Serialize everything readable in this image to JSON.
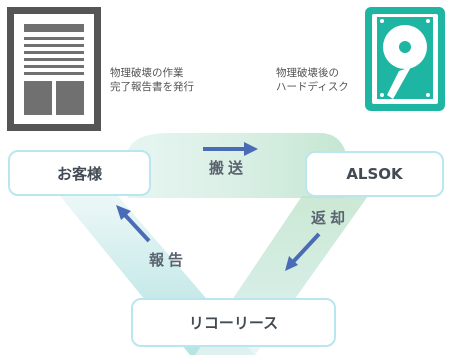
{
  "captions": {
    "left_line1": "物理破壊の作業",
    "left_line2": "完了報告書を発行",
    "right_line1": "物理破壊後の",
    "right_line2": "ハードディスク"
  },
  "nodes": {
    "customer": "お客様",
    "alsok": "ALSOK",
    "recyclers": "リコーリース"
  },
  "flows": {
    "transport": "搬送",
    "return": "返却",
    "report": "報告"
  },
  "colors": {
    "document_icon": "#555555",
    "hdd_icon": "#1fb5a3",
    "node_border": "#b9e6ef",
    "arrow": "#4a6bb6",
    "band_teal": "#c7ebe9",
    "band_green": "#cfead9"
  },
  "icons": {
    "document": "report-document-icon",
    "hdd": "hard-disk-icon"
  }
}
